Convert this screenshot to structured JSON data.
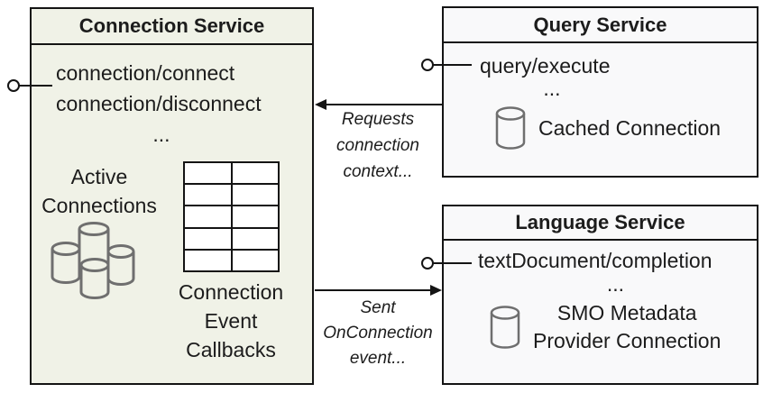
{
  "services": {
    "connection": {
      "title": "Connection Service",
      "method_1": "connection/connect",
      "method_2": "connection/disconnect",
      "ellipsis": "...",
      "active_label_1": "Active",
      "active_label_2": "Connections",
      "callbacks_label_1": "Connection",
      "callbacks_label_2": "Event",
      "callbacks_label_3": "Callbacks"
    },
    "query": {
      "title": "Query Service",
      "method_1": "query/execute",
      "ellipsis": "...",
      "connection_label": "Cached Connection"
    },
    "language": {
      "title": "Language Service",
      "method_1": "textDocument/completion",
      "ellipsis": "...",
      "connection_label_1": "SMO Metadata",
      "connection_label_2": "Provider Connection"
    }
  },
  "edges": {
    "requests": {
      "line_1": "Requests",
      "line_2": "connection",
      "line_3": "context..."
    },
    "sent": {
      "line_1": "Sent",
      "line_2": "OnConnection",
      "line_3": "event..."
    }
  },
  "colors": {
    "connection_fill": "#f0f2e7",
    "service_fill": "#f9f9fa",
    "border": "#141414",
    "cylinder_stroke": "#6f6f6f"
  }
}
